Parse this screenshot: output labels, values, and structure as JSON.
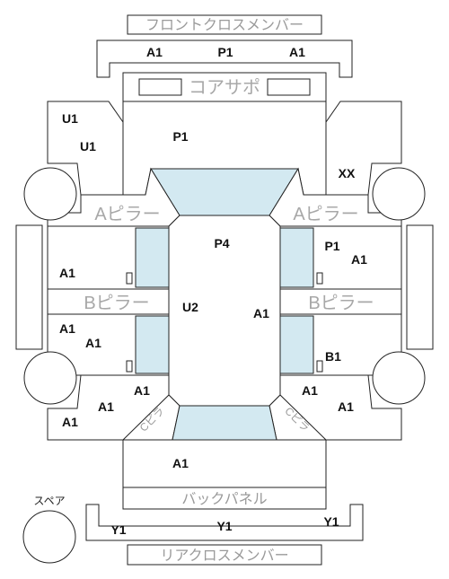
{
  "colors": {
    "line": "#222222",
    "glass": "#d3e9f1",
    "label_gray": "#9a9a9a",
    "background": "#ffffff"
  },
  "parts": {
    "front_cross_member": "フロントクロスメンバー",
    "core_support": "コアサポ",
    "a_pillar_left": "Aピラー",
    "a_pillar_right": "Aピラー",
    "b_pillar_left": "Bピラー",
    "b_pillar_right": "Bピラー",
    "back_panel": "バックパネル",
    "rear_cross_member": "リアクロスメンバー",
    "spare": "スペア",
    "c_pillar_left": "Cピラ",
    "c_pillar_right": "Cピラ"
  },
  "codes": {
    "front_cross_left": "A1",
    "front_cross_center": "P1",
    "front_cross_right": "A1",
    "front_fender_left_1": "U1",
    "front_fender_left_2": "U1",
    "hood": "P1",
    "front_fender_right": "XX",
    "roof": "P4",
    "front_door_left": "A1",
    "front_door_right_1": "P1",
    "front_door_right_2": "A1",
    "step_left": "U2",
    "step_right": "A1",
    "rear_door_left_1": "A1",
    "rear_door_left_2": "A1",
    "rear_door_right": "B1",
    "quarter_left_1": "A1",
    "quarter_left_2": "A1",
    "quarter_left_3": "A1",
    "quarter_right_1": "A1",
    "quarter_right_2": "A1",
    "trunk": "A1",
    "rear_cross_left": "Y1",
    "rear_cross_center": "Y1",
    "rear_cross_right": "Y1"
  }
}
